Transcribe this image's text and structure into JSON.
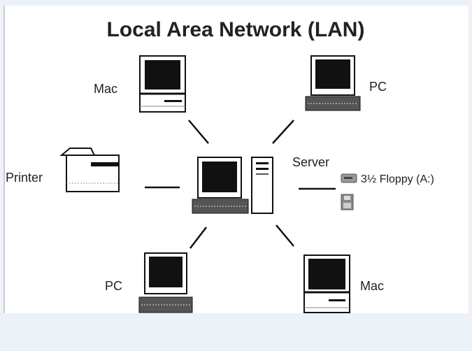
{
  "title": "Local Area Network (LAN)",
  "nodes": {
    "mac_top": "Mac",
    "pc_top": "PC",
    "printer": "Printer",
    "server": "Server",
    "pc_bottom": "PC",
    "mac_bottom": "Mac"
  },
  "floppy_label": "3½ Floppy (A:)"
}
